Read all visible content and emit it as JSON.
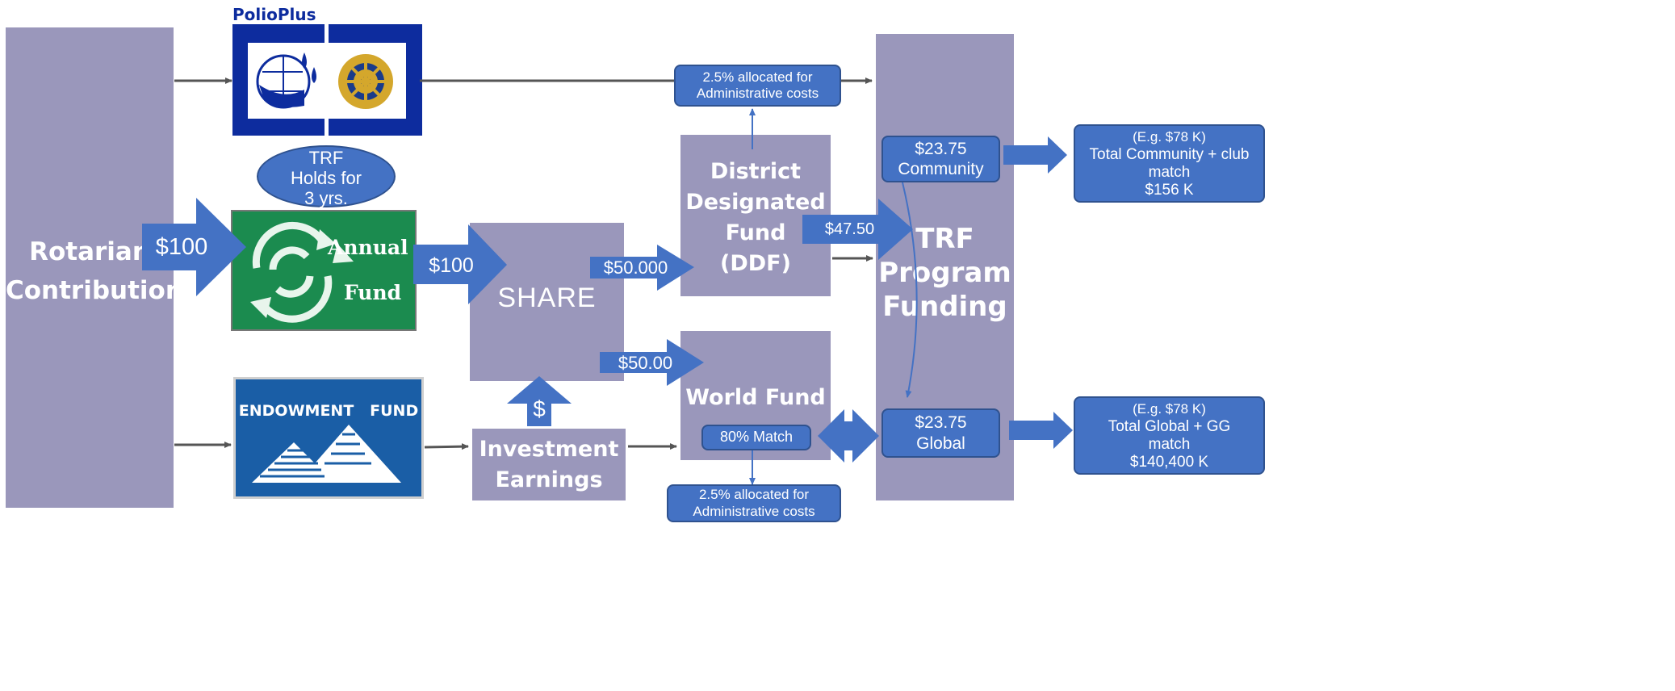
{
  "rotarian": {
    "line1": "Rotarian",
    "line2": "Contributions"
  },
  "polioplus": {
    "name": "PolioPlus"
  },
  "trf_holds": {
    "line1": "TRF",
    "line2": "Holds for",
    "line3": "3 yrs."
  },
  "annual_fund": {
    "word1": "Annual",
    "word2": "Fund"
  },
  "endowment_fund": {
    "title": "ENDOWMENT   FUND"
  },
  "share": {
    "label": "SHARE"
  },
  "investment": {
    "line1": "Investment",
    "line2": "Earnings",
    "arrow_symbol": "$"
  },
  "ddf": {
    "line1": "District",
    "line2": "Designated",
    "line3": "Fund",
    "line4": "(DDF)"
  },
  "world_fund": {
    "label": "World Fund",
    "match": "80% Match"
  },
  "admin_top": {
    "line1": "2.5% allocated for",
    "line2": "Administrative costs"
  },
  "admin_bottom": {
    "line1": "2.5% allocated for",
    "line2": "Administrative costs"
  },
  "trf_program": {
    "line1": "TRF",
    "line2": "Program",
    "line3": "Funding"
  },
  "community": {
    "amount": "$23.75",
    "label": "Community"
  },
  "global": {
    "amount": "$23.75",
    "label": "Global"
  },
  "community_result": {
    "line1": "(E.g. $78 K)",
    "line2": "Total Community + club",
    "line3": "match",
    "line4": "$156 K"
  },
  "global_result": {
    "line1": "(E.g. $78 K)",
    "line2": "Total Global + GG",
    "line3": "match",
    "line4": "$140,400 K"
  },
  "arrows": {
    "contribution": "$100",
    "to_share": "$100",
    "to_ddf": "$50.000",
    "to_world": "$50.00",
    "ddf_to_trf": "$47.50"
  },
  "colors": {
    "slate": "#9a97bb",
    "blue": "#4472c4",
    "blue_border": "#2f528f",
    "annual_green": "#1b8b4f",
    "endowment_blue": "#1a5ea6",
    "polio_navy": "#0d2c9e"
  }
}
